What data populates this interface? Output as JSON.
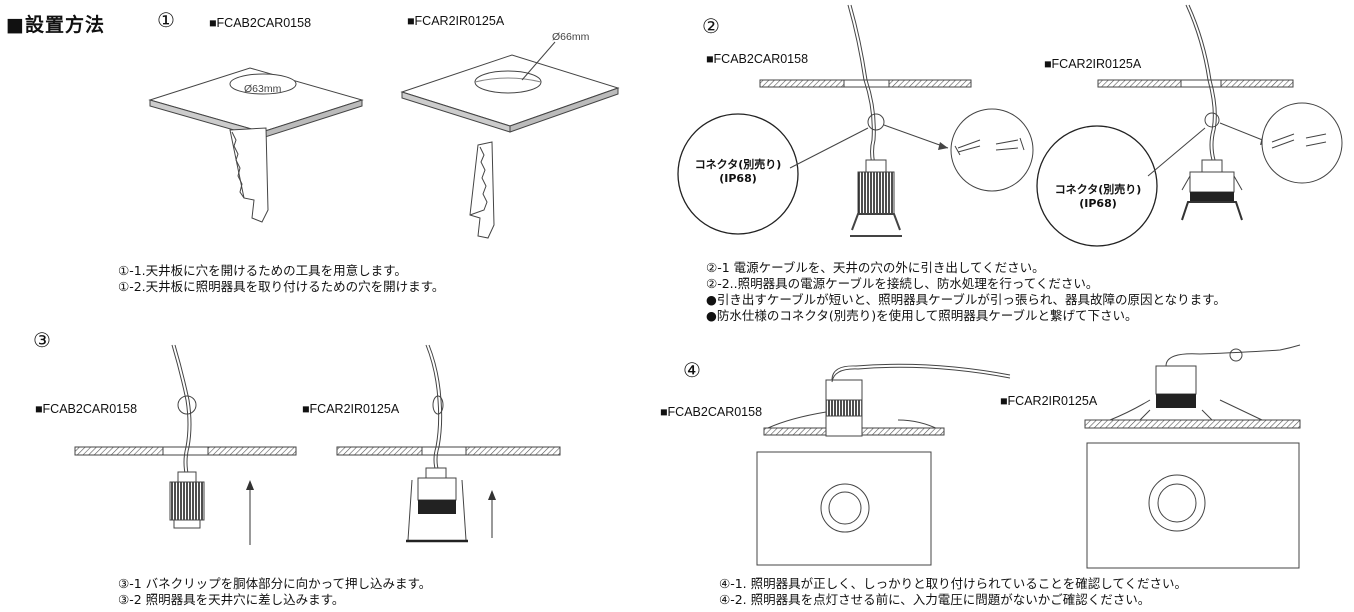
{
  "title": "■設置方法",
  "steps": [
    {
      "number": "①",
      "model_left": "■FCAB2CAR0158",
      "model_right": "■FCAR2IR0125A",
      "dim_left": "Ø63mm",
      "dim_right": "Ø66mm",
      "captions": [
        "①-1.天井板に穴を開けるための工具を用意します。",
        "①-2.天井板に照明器具を取り付けるための穴を開けます。"
      ]
    },
    {
      "number": "②",
      "model_left": "■FCAB2CAR0158",
      "model_right": "■FCAR2IR0125A",
      "connector_left": [
        "コネクタ(別売り)",
        "(IP68)"
      ],
      "connector_right": [
        "コネクタ(別売り)",
        "(IP68)"
      ],
      "captions": [
        "②-1  電源ケーブルを、天井の穴の外に引き出してください。",
        "②-2..照明器具の電源ケーブルを接続し、防水処理を行ってください。",
        "●引き出すケーブルが短いと、照明器具ケーブルが引っ張られ、器具故障の原因となります。",
        "●防水仕様のコネクタ(別売り)を使用して照明器具ケーブルと繋げて下さい。"
      ]
    },
    {
      "number": "③",
      "model_left": "■FCAB2CAR0158",
      "model_right": "■FCAR2IR0125A",
      "captions": [
        "③-1 バネクリップを胴体部分に向かって押し込みます。",
        "③-2 照明器具を天井穴に差し込みます。"
      ]
    },
    {
      "number": "④",
      "model_left": "■FCAB2CAR0158",
      "model_right": "■FCAR2IR0125A",
      "captions": [
        "④-1. 照明器具が正しく、しっかりと取り付けられていることを確認してください。",
        "④-2. 照明器具を点灯させる前に、入力電圧に問題がないかご確認ください。"
      ]
    }
  ]
}
